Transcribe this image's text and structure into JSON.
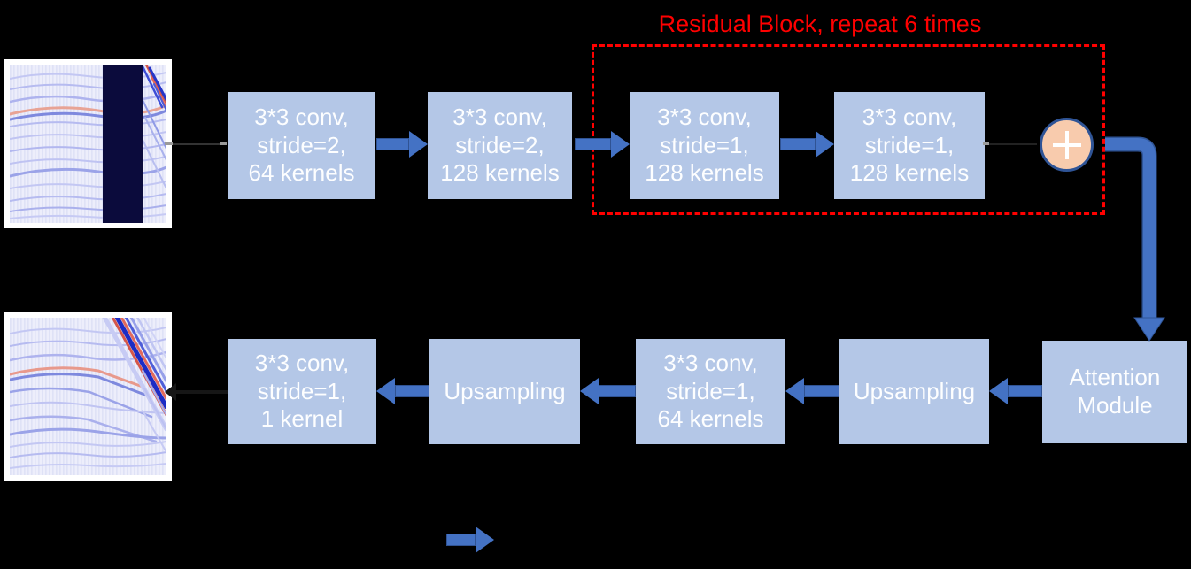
{
  "title": {
    "text": "Residual Block, repeat 6 times"
  },
  "encoder_row": {
    "boxes": [
      {
        "label": "3*3 conv,\nstride=2,\n64 kernels"
      },
      {
        "label": "3*3 conv,\nstride=2,\n128 kernels"
      },
      {
        "label": "3*3 conv,\nstride=1,\n128 kernels"
      },
      {
        "label": "3*3 conv,\nstride=1,\n128 kernels"
      }
    ]
  },
  "decoder_row": {
    "boxes": [
      {
        "label": "3*3 conv,\nstride=1,\n1 kernel"
      },
      {
        "label": "Upsampling"
      },
      {
        "label": "3*3 conv,\nstride=1,\n64 kernels"
      },
      {
        "label": "Upsampling"
      },
      {
        "label": "Attention\nModule"
      }
    ]
  },
  "plus_node": {
    "symbol": "+",
    "icon": "plus-icon"
  },
  "icons": {
    "flow_arrow": "right-arrow-icon",
    "reverse_flow_arrow": "left-arrow-icon",
    "skip_connection": "elbow-down-arrow-icon"
  },
  "colors": {
    "background": "#000000",
    "box_fill": "#b4c7e7",
    "box_text": "#ffffff",
    "arrow": "#4472c4",
    "title_and_outline": "#ff0000",
    "plus_fill": "#f8cbad",
    "plus_border": "#2f5496",
    "seismic_gap_band": "#0b0b3c"
  }
}
